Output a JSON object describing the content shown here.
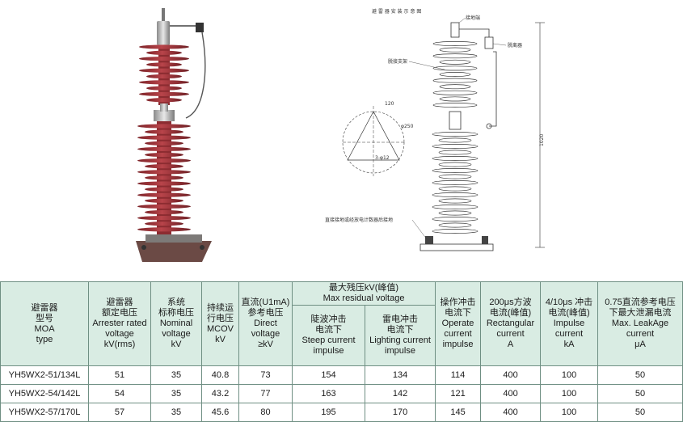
{
  "drawing": {
    "callouts": [
      "接地端",
      "脱离器",
      "脱接支架",
      "φ250",
      "3-φ12",
      "120",
      "1020",
      "直接接地或经放电计数器后接地"
    ],
    "header_fragment": "避 雷 器 安 装 示 意 图"
  },
  "table": {
    "header": {
      "model": [
        "避雷器",
        "型号",
        "MOA",
        "type"
      ],
      "rated": [
        "避雷器",
        "额定电压",
        "Arrester rated",
        "voltage",
        "kV(rms)"
      ],
      "nominal": [
        "系统",
        "标称电压",
        "Nominal",
        "voltage",
        "kV"
      ],
      "mcov": [
        "持续运",
        "行电压",
        "MCOV",
        "kV"
      ],
      "dc": [
        "直流(U1mA)",
        "参考电压",
        "Direct",
        "voltage",
        "≥kV"
      ],
      "residual_group": [
        "最大残压kV(峰值)",
        "Max residual voltage"
      ],
      "steep": [
        "陡波冲击",
        "电流下",
        "Steep current",
        "impulse"
      ],
      "lightning": [
        "雷电冲击",
        "电流下",
        "Lighting current",
        "impulse"
      ],
      "operate": [
        "操作冲击",
        "电流下",
        "Operate",
        "current",
        "impulse"
      ],
      "rect": [
        "200μs方波",
        "电流(峰值)",
        "Rectangular",
        "current",
        "A"
      ],
      "impulse": [
        "4/10μs 冲击",
        "电流(峰值)",
        "Impulse",
        "current",
        "kA"
      ],
      "leak": [
        "0.75直流参考电压",
        "下最大泄漏电流",
        "Max. LeakAge",
        "current",
        "μA"
      ]
    },
    "rows": [
      [
        "YH5WX2-51/134L",
        "51",
        "35",
        "40.8",
        "73",
        "154",
        "134",
        "114",
        "400",
        "100",
        "50"
      ],
      [
        "YH5WX2-54/142L",
        "54",
        "35",
        "43.2",
        "77",
        "163",
        "142",
        "121",
        "400",
        "100",
        "50"
      ],
      [
        "YH5WX2-57/170L",
        "57",
        "35",
        "45.6",
        "80",
        "195",
        "170",
        "145",
        "400",
        "100",
        "50"
      ]
    ]
  },
  "colors": {
    "header_bg": "#d9ece3",
    "border": "#6f8f83",
    "insulator_red": "#a8343a"
  }
}
